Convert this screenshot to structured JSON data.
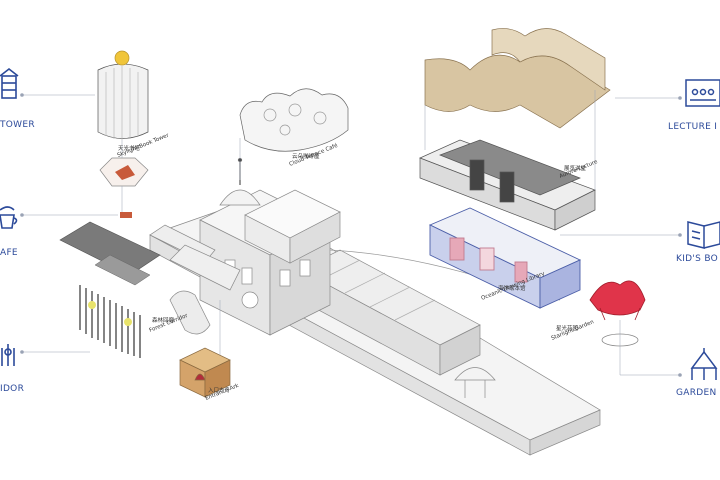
{
  "labels": {
    "tower": "TOWER",
    "cafe": "AFE",
    "corridor": "IDOR",
    "lecture": "LECTURE I",
    "kids": "KID'S BO",
    "garden": "GARDEN"
  },
  "tags": {
    "book_tower_cn": "天光书塔",
    "book_tower_en": "Skylight Book Tower",
    "cafe_cn": "云朵咖啡屋",
    "cafe_en": "Cloud Terrace Café",
    "corridor_cn": "森林回廊",
    "corridor_en": "Forest Corridor",
    "entrance_cn": "入口方舟",
    "entrance_en": "Entrance Ark",
    "lecture_cn": "展览讲堂",
    "lecture_en": "Aurora Lecture",
    "library_cn": "海洋绘本馆",
    "library_en": "Oceanic Drawing Library",
    "starlight_cn": "星光花园",
    "starlight_en": "Starlight Garden"
  },
  "colors": {
    "accent": "#2c4a9a",
    "leader": "#9aa3b5",
    "tower_gold": "#e8c23a",
    "roof_tan": "#c9b592",
    "library_blue": "#6a7fc6",
    "library_pink": "#e6a8b8",
    "canopy_red": "#e0344a",
    "ark_brown": "#c89a63"
  },
  "icons": [
    "bookshelf-tower-icon",
    "coffee-cup-icon",
    "forest-pillars-icon",
    "lecture-audience-icon",
    "open-book-icon",
    "garden-tent-icon"
  ]
}
